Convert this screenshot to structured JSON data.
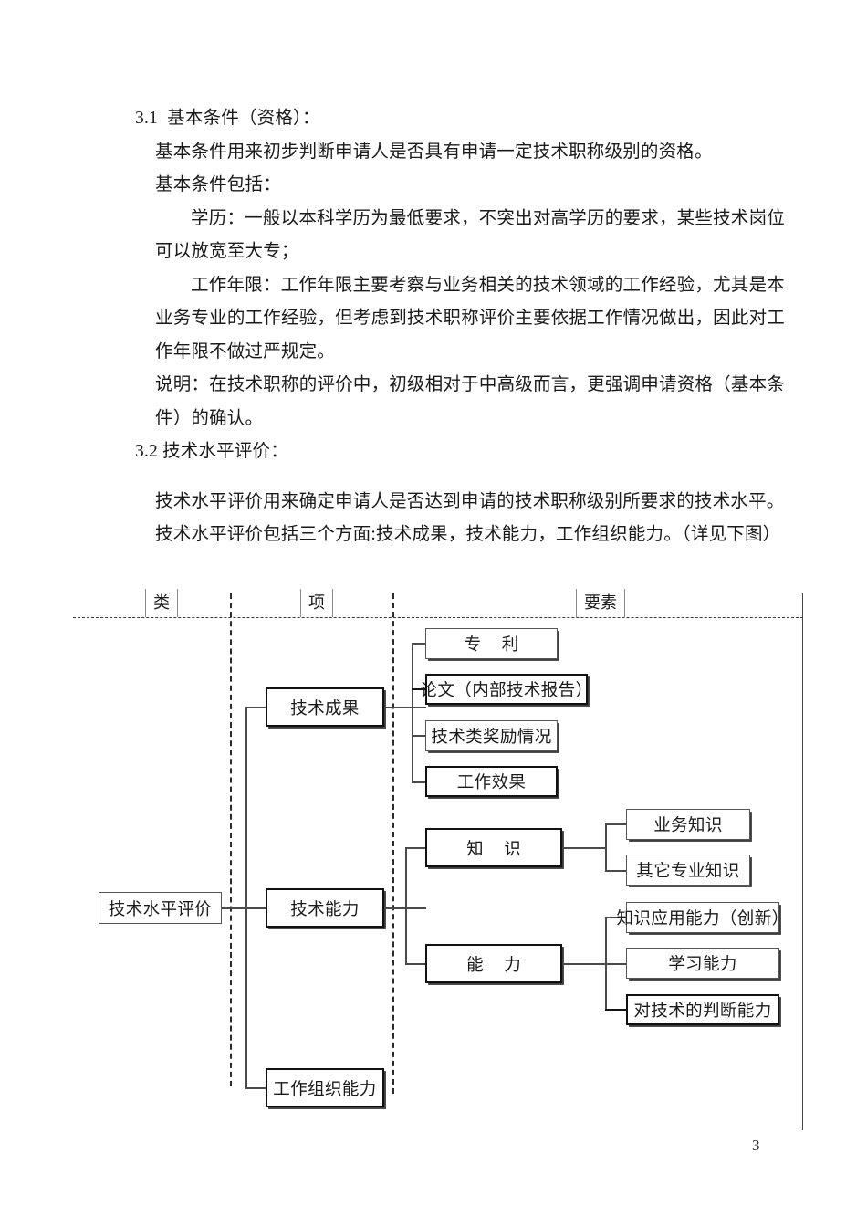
{
  "document": {
    "page_number": "3",
    "sections": [
      {
        "heading": "3.1  基本条件（资格）：",
        "paragraphs": [
          "基本条件用来初步判断申请人是否具有申请一定技术职称级别的资格。",
          "基本条件包括：",
          "学历：一般以本科学历为最低要求，不突出对高学历的要求，某些技术岗位可以放宽至大专；",
          "工作年限：工作年限主要考察与业务相关的技术领域的工作经验，尤其是本业务专业的工作经验，但考虑到技术职称评价主要依据工作情况做出，因此对工作年限不做过严规定。",
          "说明：在技术职称的评价中，初级相对于中高级而言，更强调申请资格（基本条件）的确认。"
        ]
      },
      {
        "heading": "3.2 技术水平评价：",
        "paragraphs": [
          "技术水平评价用来确定申请人是否达到申请的技术职称级别所要求的技术水平。",
          "技术水平评价包括三个方面:技术成果，技术能力，工作组织能力。（详见下图）"
        ]
      }
    ]
  },
  "diagram": {
    "column_headers": [
      {
        "label": "类"
      },
      {
        "label": "项"
      },
      {
        "label": "要素"
      }
    ],
    "root": {
      "label": "技术水平评价"
    },
    "branches": [
      {
        "label": "技术成果",
        "children": [
          {
            "label": "专 利"
          },
          {
            "label": "论文（内部技术报告）"
          },
          {
            "label": "技术类奖励情况"
          },
          {
            "label": "工作效果"
          }
        ]
      },
      {
        "label": "技术能力",
        "groups": [
          {
            "label": "知 识",
            "children": [
              {
                "label": "业务知识"
              },
              {
                "label": "其它专业知识"
              }
            ]
          },
          {
            "label": "能 力",
            "children": [
              {
                "label": "知识应用能力（创新）"
              },
              {
                "label": "学习能力"
              },
              {
                "label": "对技术的判断能力"
              }
            ]
          }
        ]
      },
      {
        "label": "工作组织能力",
        "children": []
      }
    ]
  }
}
